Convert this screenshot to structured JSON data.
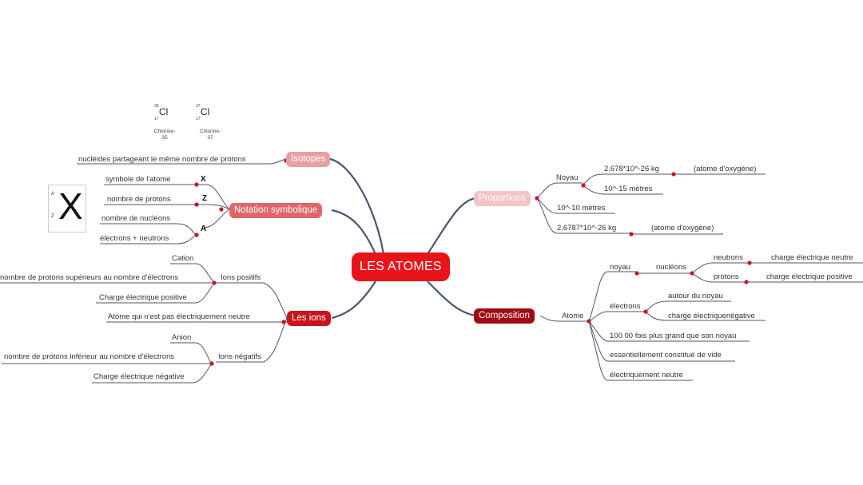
{
  "root": "LES ATOMES",
  "branches": {
    "isotopes": {
      "label": "Isotopes",
      "color": "#e8a0a4",
      "leaves": [
        "nucléides partageant le même nombre de protons"
      ],
      "image": {
        "mass1": "35",
        "mass2": "37",
        "z1": "17",
        "z2": "17",
        "symbol": "Cl",
        "cap1": "Chlorine-\n35",
        "cap2": "Chlorine-\n37"
      }
    },
    "notation": {
      "label": "Notation symbolique",
      "color": "#e0666a",
      "leaves": [
        "symbole de l'atome",
        "nombre de protons",
        "nombre de nucléons",
        "électrons + neutrons"
      ],
      "letters": [
        "X",
        "Z",
        "A"
      ],
      "image": {
        "a": "A",
        "z": "Z",
        "x": "X"
      }
    },
    "ions": {
      "label": "Les ions",
      "color": "#c8141a",
      "def": "Atome qui n'est pas électriquement neutre",
      "positive": {
        "label": "Ions positifs",
        "leaves": [
          "Cation",
          "nombre de protons supérieurs au nombre d'électrons",
          "Charge électrique positive"
        ]
      },
      "negative": {
        "label": "Ions négatifs",
        "leaves": [
          "Anion",
          "nombre de protons inférieur au nombre d'électrons",
          "Charge électrique négative"
        ]
      }
    },
    "proportions": {
      "label": "Proportions",
      "color": "#f2c4c6",
      "noyau": {
        "label": "Noyau",
        "mass": "2,678*10^-26 kg",
        "mass_note": "(atome d'oxygène)",
        "size": "10^-15 mètres"
      },
      "size": "10^-10 mètres",
      "mass": "2,6787*10^-26 kg",
      "mass_note": "(atome d'oxygène)"
    },
    "composition": {
      "label": "Composition",
      "color": "#a00a10",
      "atome": "Atome",
      "noyau": "noyau",
      "nucleons": "nucléons",
      "neutrons": "neutrons",
      "neutrons_charge": "charge électrique neutre",
      "protons": "protons",
      "protons_charge": "charge électrique positive",
      "electrons": "électrons",
      "autour": "autour du noyau",
      "charge_neg": "charge électriquenégative",
      "fois": "100 00 fois plus grand que son noyau",
      "vide": "essentiellement constitué de vide",
      "neutre": "électriquement neutre"
    }
  }
}
